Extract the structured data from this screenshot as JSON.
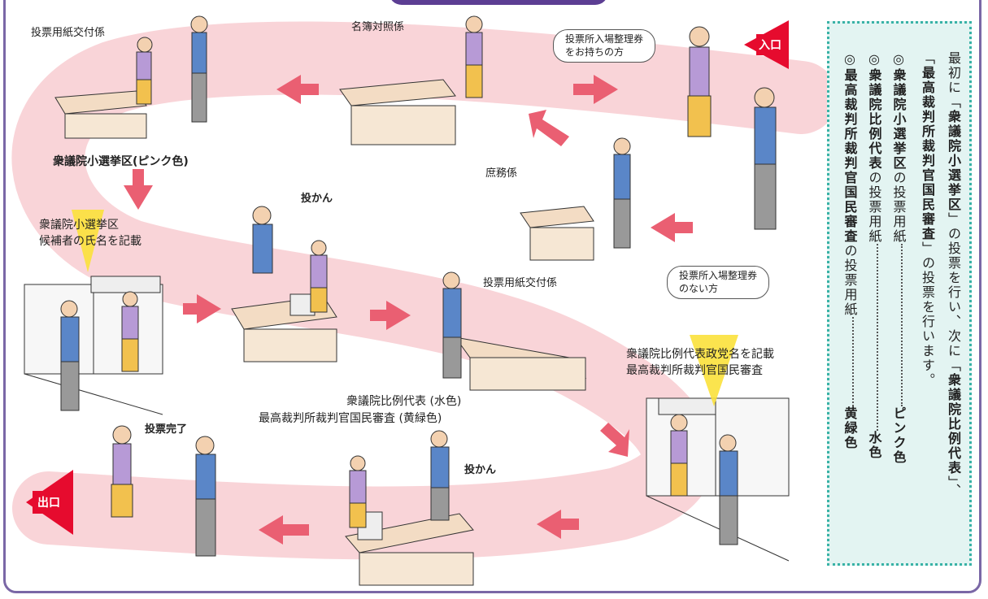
{
  "labels": {
    "issue_top": "投票用紙交付係",
    "roll_check": "名簿対照係",
    "general_affairs": "庶務係",
    "small_district_color": "衆議院小選挙区(ピンク色)",
    "write_candidate_1": "衆議院小選挙区",
    "write_candidate_2": "候補者の氏名を記載",
    "cast_1": "投かん",
    "issue_mid": "投票用紙交付係",
    "pr_color_1": "衆議院比例代表 (水色)",
    "pr_color_2": "最高裁判所裁判官国民審査 (黄緑色)",
    "write_party_1": "衆議院比例代表政党名を記載",
    "write_party_2": "最高裁判所裁判官国民審査",
    "cast_2": "投かん",
    "done": "投票完了"
  },
  "bubbles": {
    "with_card_1": "投票所入場整理券",
    "with_card_2": "をお持ちの方",
    "without_card_1": "投票所入場整理券",
    "without_card_2": "のない方"
  },
  "tags": {
    "entrance": "入口",
    "exit": "出口"
  },
  "colors": {
    "path": "#f9d4d8",
    "arrow": "#ea5f72",
    "tag": "#e60b2e",
    "marker": "#fbe13b",
    "frame": "#7a67a6",
    "note_border": "#38b2a6"
  },
  "note": {
    "line1_a": "最初に「",
    "line1_b": "衆議院小選挙区",
    "line1_c": "」の投票を行い、次に「",
    "line1_d": "衆議院比例代表",
    "line1_e": "」、",
    "line2_a": "「",
    "line2_b": "最高裁判所裁判官国民審査",
    "line2_c": "」の投票を行います。",
    "item1_a": "◎",
    "item1_b": "衆議院小選挙区",
    "item1_c": "の投票用紙",
    "item1_color": "ピンク色",
    "item2_a": "◎",
    "item2_b": "衆議院比例代表",
    "item2_c": "の投票用紙",
    "item2_color": "水色",
    "item3_a": "◎",
    "item3_b": "最高裁判所裁判官国民審査",
    "item3_c": "の投票用紙",
    "item3_color": "黄緑色"
  }
}
